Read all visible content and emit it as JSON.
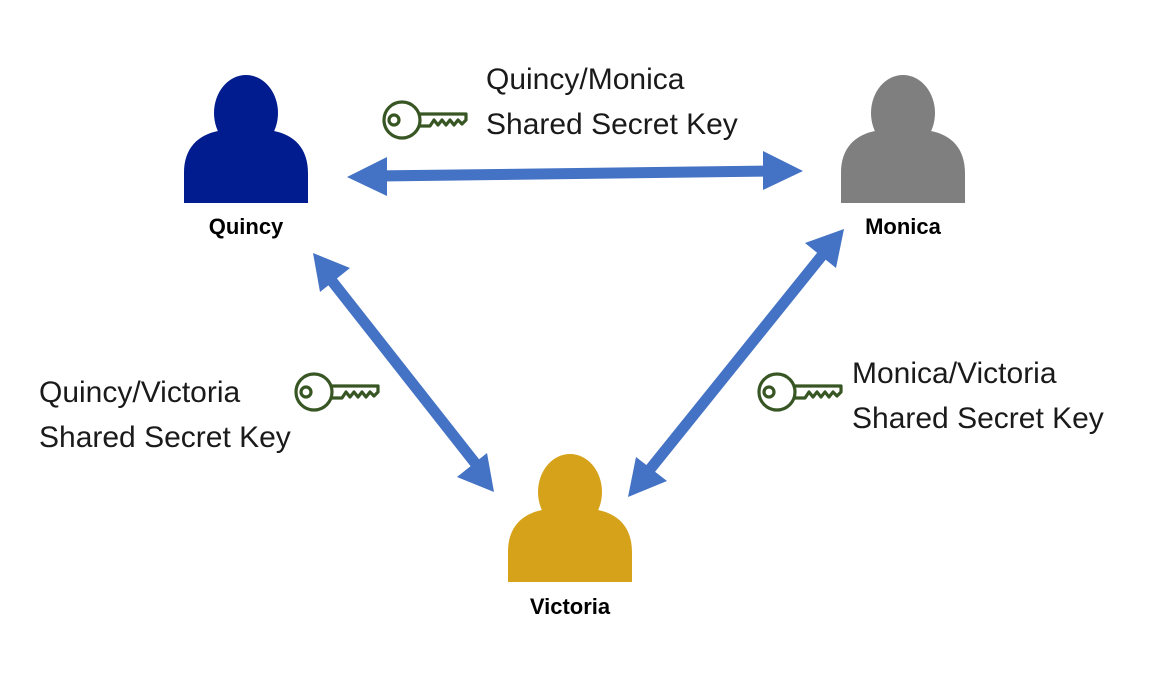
{
  "people": {
    "quincy": {
      "name": "Quincy",
      "color": "#001C8E"
    },
    "monica": {
      "name": "Monica",
      "color": "#7F7F7F"
    },
    "victoria": {
      "name": "Victoria",
      "color": "#D6A21A"
    }
  },
  "keys": {
    "quincy_monica": {
      "line1": "Quincy/Monica",
      "line2": "Shared Secret Key"
    },
    "quincy_victoria": {
      "line1": "Quincy/Victoria",
      "line2": "Shared Secret Key"
    },
    "monica_victoria": {
      "line1": "Monica/Victoria",
      "line2": "Shared Secret Key"
    }
  },
  "colors": {
    "arrow": "#4472C4",
    "key_icon": "#375623"
  },
  "icons": {
    "person": "person-icon",
    "key": "key-icon"
  }
}
